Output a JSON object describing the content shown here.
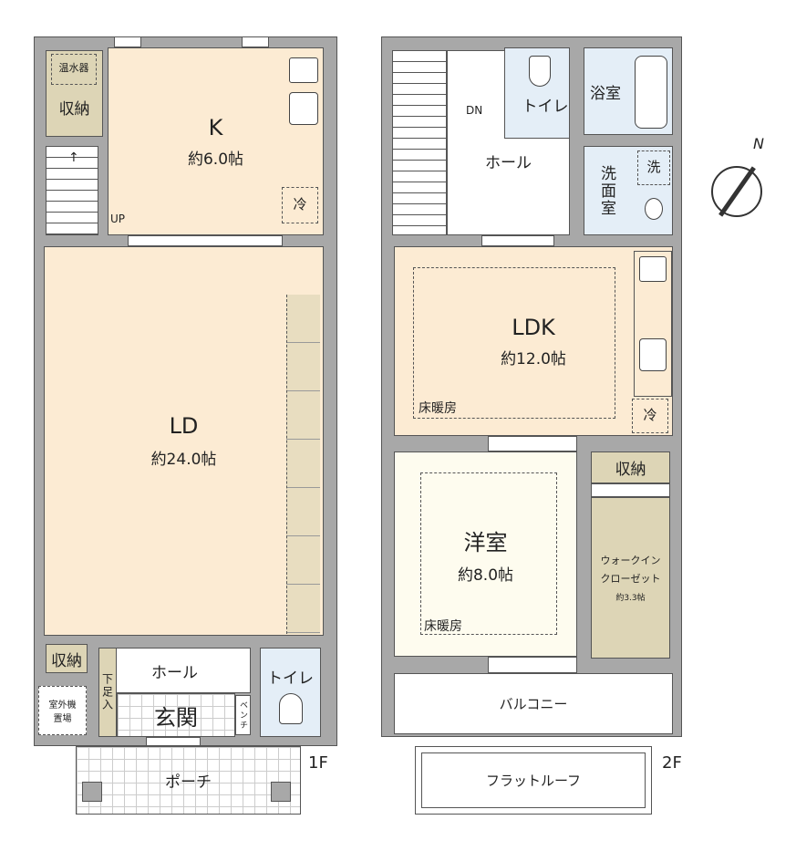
{
  "floor1": {
    "label": "1F",
    "kitchen": {
      "name": "K",
      "area": "約6.0帖",
      "fridge": "冷"
    },
    "storage_top": {
      "name": "収納",
      "water_heater": "温水器"
    },
    "stairs": {
      "label": "UP"
    },
    "living_dining": {
      "name": "LD",
      "area": "約24.0帖"
    },
    "storage_bottom": {
      "name": "収納"
    },
    "hall": {
      "name": "ホール"
    },
    "shoe_cabinet": {
      "name": "下足入"
    },
    "entrance": {
      "name": "玄関"
    },
    "bench": {
      "name": "ベンチ"
    },
    "toilet": {
      "name": "トイレ"
    },
    "outdoor_unit": {
      "name": "室外機置場"
    },
    "porch": {
      "name": "ポーチ"
    }
  },
  "floor2": {
    "label": "2F",
    "stairs": {
      "label": "DN"
    },
    "toilet": {
      "name": "トイレ"
    },
    "bathroom": {
      "name": "浴室"
    },
    "hall": {
      "name": "ホール"
    },
    "washroom": {
      "name": "洗面室",
      "washer": "洗"
    },
    "ldk": {
      "name": "LDK",
      "area": "約12.0帖",
      "floor_heating": "床暖房",
      "fridge": "冷"
    },
    "western_room": {
      "name": "洋室",
      "area": "約8.0帖",
      "floor_heating": "床暖房"
    },
    "storage": {
      "name": "収納"
    },
    "walk_in_closet": {
      "name_line1": "ウォークイン",
      "name_line2": "クローゼット",
      "area": "約3.3帖"
    },
    "balcony": {
      "name": "バルコニー"
    },
    "flat_roof": {
      "name": "フラットルーフ"
    }
  },
  "compass": {
    "label": "N"
  }
}
